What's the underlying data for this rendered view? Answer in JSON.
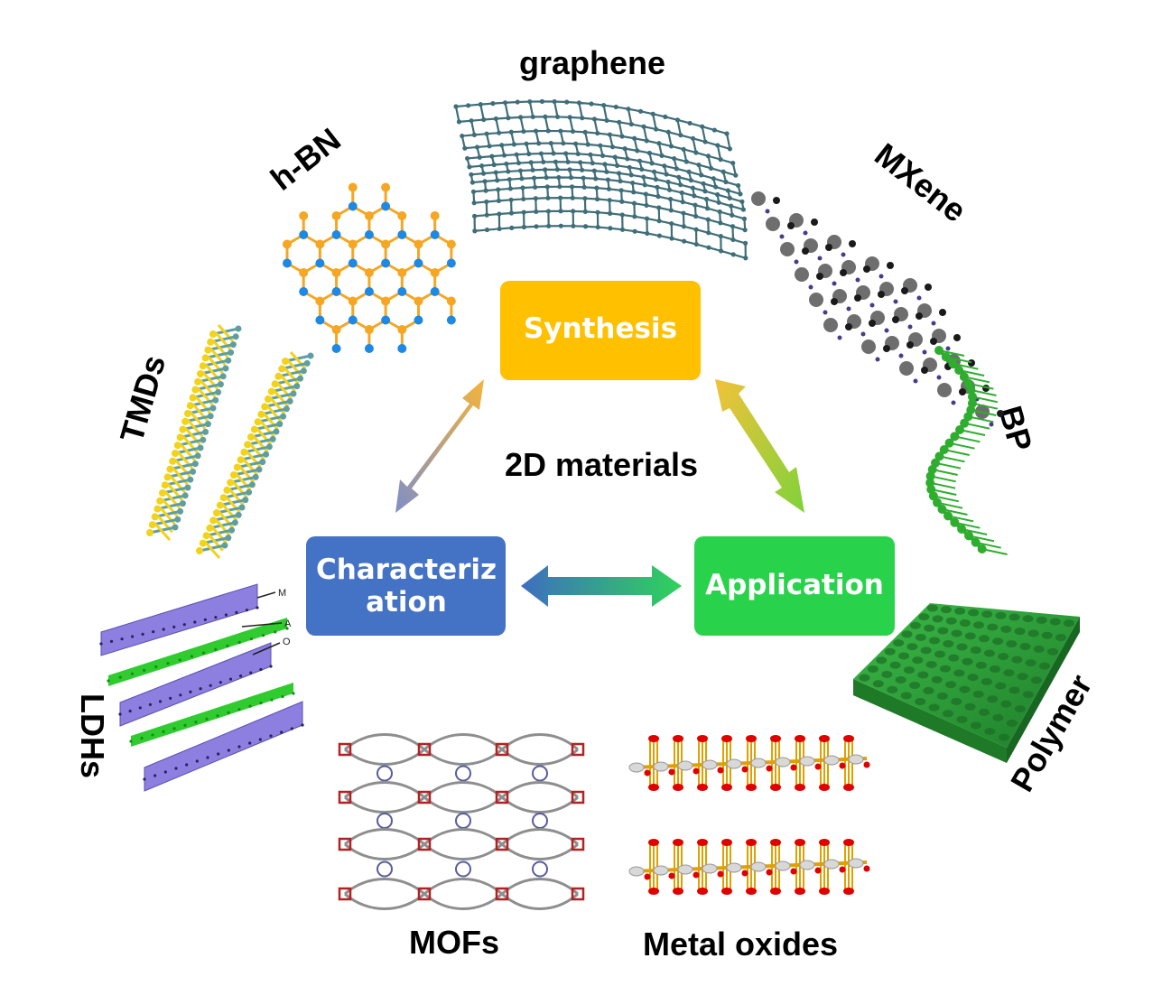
{
  "center_label": "2D materials",
  "boxes": {
    "synthesis": {
      "label": "Synthesis",
      "color": "#FFC000"
    },
    "characterization": {
      "line1": "Characteriz",
      "line2": "ation",
      "color": "#4472C4"
    },
    "application": {
      "label": "Application",
      "color": "#28D34B"
    }
  },
  "materials": {
    "graphene": "graphene",
    "hbn": "h-BN",
    "mxene": "MXene",
    "tmds": "TMDs",
    "bp": "BP",
    "ldhs": "LDHs",
    "polymer": "Polymer",
    "mofs": "MOFs",
    "metal_oxides": "Metal oxides"
  },
  "ldh_tags": {
    "m": "M",
    "a": "A",
    "o": "O"
  },
  "colors": {
    "graphene": "#3F6E78",
    "boron": "#F5A623",
    "nitrogen": "#1E88E5",
    "tmd_metal": "#5F9EA0",
    "tmd_chalcogen": "#F2D21B",
    "mxene_metal": "#6E6E6E",
    "mxene_x": "#1A1A1A",
    "bp": "#2EAD2E",
    "ldh_layer": "#8C7FE0",
    "ldh_anion": "#2FCB2F",
    "polymer": "#2E9E3A",
    "mof_link": "#8E8E8E",
    "mof_node": "#B22222",
    "oxide_o": "#E00000",
    "oxide_m": "#D8D8D8",
    "oxide_bond": "#E0A000"
  }
}
